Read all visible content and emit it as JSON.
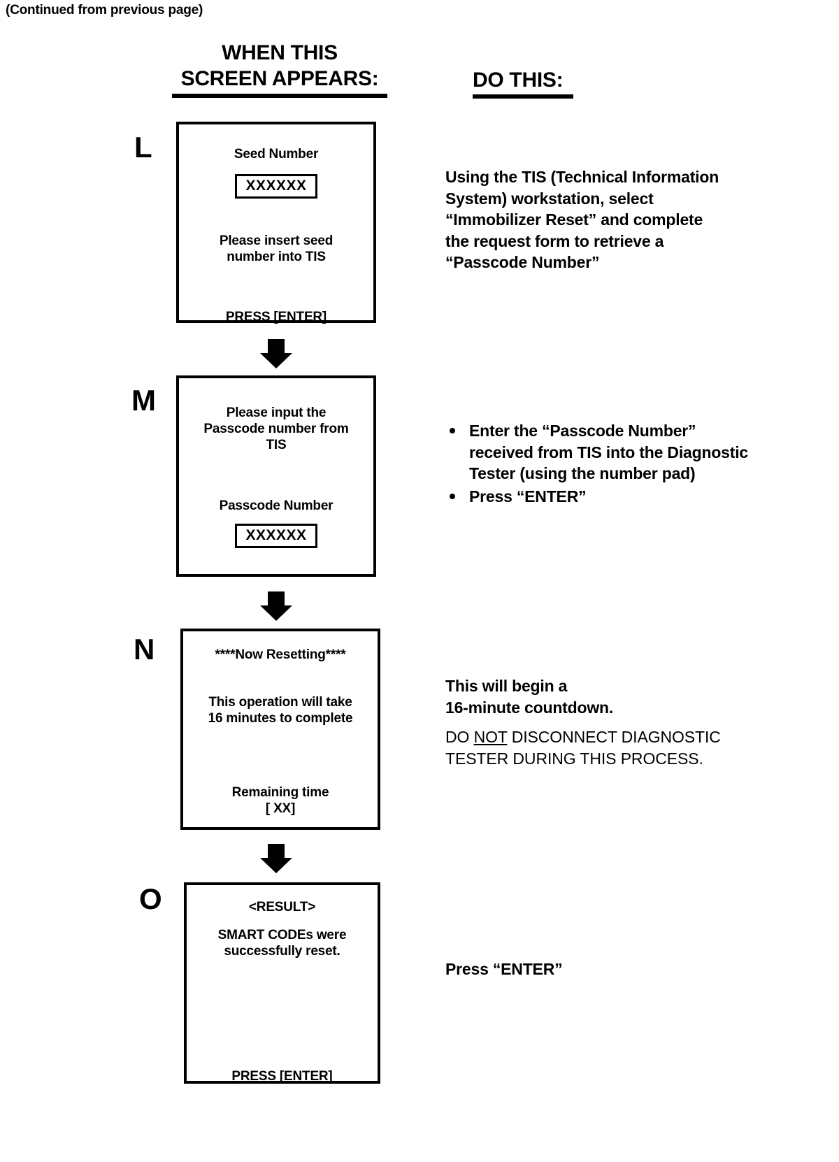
{
  "page": {
    "continued_note": "(Continued from previous page)"
  },
  "headers": {
    "left_line1": "WHEN THIS",
    "left_line2": "SCREEN APPEARS:",
    "right": "DO THIS:"
  },
  "steps": [
    {
      "letter": "L",
      "screen": {
        "title": "Seed Number",
        "value": "XXXXXX",
        "message_line1": "Please insert seed",
        "message_line2": "number into TIS",
        "footer": "PRESS [ENTER]"
      },
      "instruction": {
        "type": "paragraph",
        "lines": [
          "Using the TIS (Technical Information",
          "System) workstation, select",
          "“Immobilizer Reset” and complete",
          "the request form to retrieve a",
          "“Passcode Number”"
        ]
      }
    },
    {
      "letter": "M",
      "screen": {
        "message_line1": "Please input the",
        "message_line2": "Passcode number from",
        "message_line3": "TIS",
        "title": "Passcode Number",
        "value": "XXXXXX"
      },
      "instruction": {
        "type": "bullets",
        "items": [
          "Enter the “Passcode Number” received from TIS into the Diagnostic Tester (using the number pad)",
          "Press “ENTER”"
        ]
      }
    },
    {
      "letter": "N",
      "screen": {
        "title": "****Now Resetting****",
        "message_line1": "This operation will take",
        "message_line2": "16 minutes to complete",
        "footer_line1": "Remaining time",
        "footer_line2": "[ XX]"
      },
      "instruction": {
        "type": "paragraph-with-warning",
        "lines": [
          "This will begin a",
          "16-minute countdown."
        ],
        "warning_prefix": "DO ",
        "warning_underlined": "NOT",
        "warning_rest_line1": " DISCONNECT DIAGNOSTIC",
        "warning_line2": "TESTER DURING THIS PROCESS."
      }
    },
    {
      "letter": "O",
      "screen": {
        "title": "<RESULT>",
        "message_line1": "SMART CODEs were",
        "message_line2": "successfully reset.",
        "footer": "PRESS [ENTER]"
      },
      "instruction": {
        "type": "paragraph",
        "lines": [
          "Press “ENTER”"
        ]
      }
    }
  ]
}
